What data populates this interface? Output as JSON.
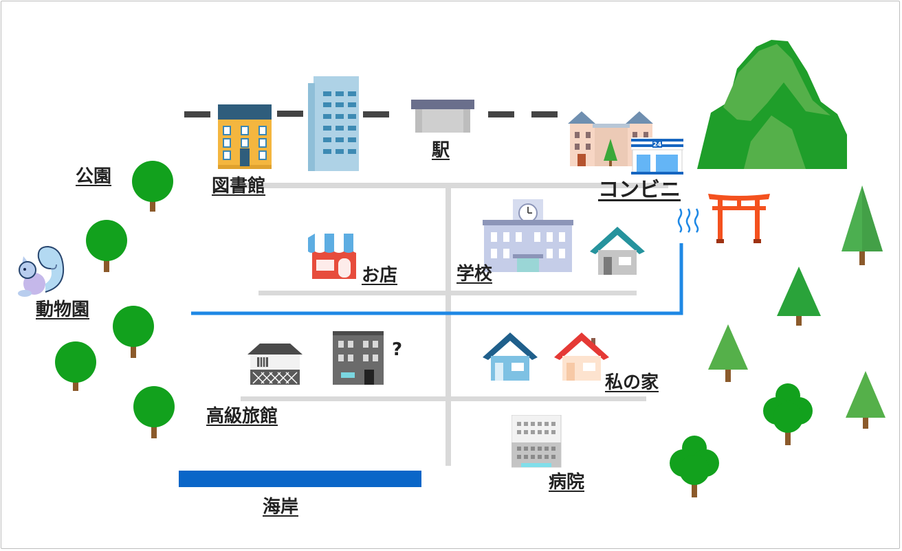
{
  "map": {
    "labels": {
      "park": "公園",
      "library": "図書館",
      "station": "駅",
      "convenience_store": "コンビニ",
      "shop": "お店",
      "school": "学校",
      "zoo": "動物園",
      "hotel": "高級旅館",
      "my_house": "私の家",
      "hospital": "病院",
      "coast": "海岸",
      "question": "?",
      "store_sign": "24"
    },
    "colors": {
      "river": "#1e88e5",
      "sea": "#0a66c8",
      "road": "#d9d9d9",
      "railway": "#444444",
      "tree": "#12a11d",
      "trunk": "#8b5a2b",
      "conifer": "#4caf50",
      "mountain": "#3fa33f",
      "torii": "#f4511e"
    }
  }
}
